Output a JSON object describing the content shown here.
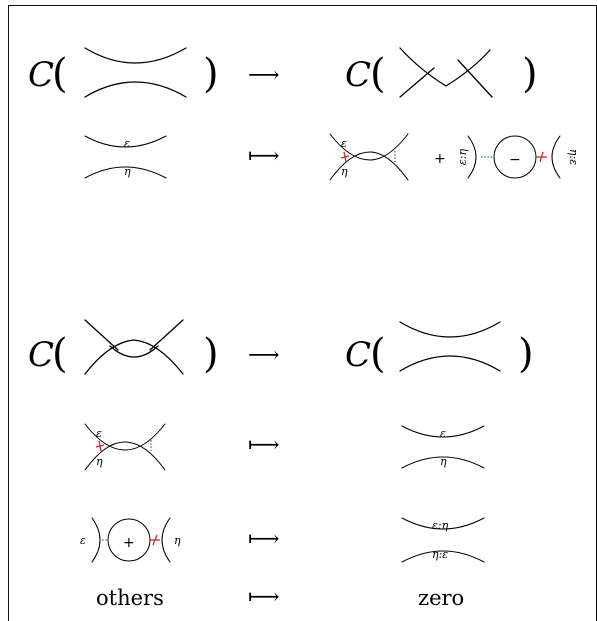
{
  "functor_symbol": "C",
  "open_paren": "(",
  "close_paren": ")",
  "map_arrow": "⟶",
  "elem_arrow": "⟼",
  "labels": {
    "epsilon": "ε",
    "eta": "η",
    "eps_colon_eta": "ε:η",
    "eta_colon_eps": "η:ε",
    "plus": "+",
    "minus": "−"
  },
  "bottom_row": {
    "left": "others",
    "right": "zero"
  }
}
